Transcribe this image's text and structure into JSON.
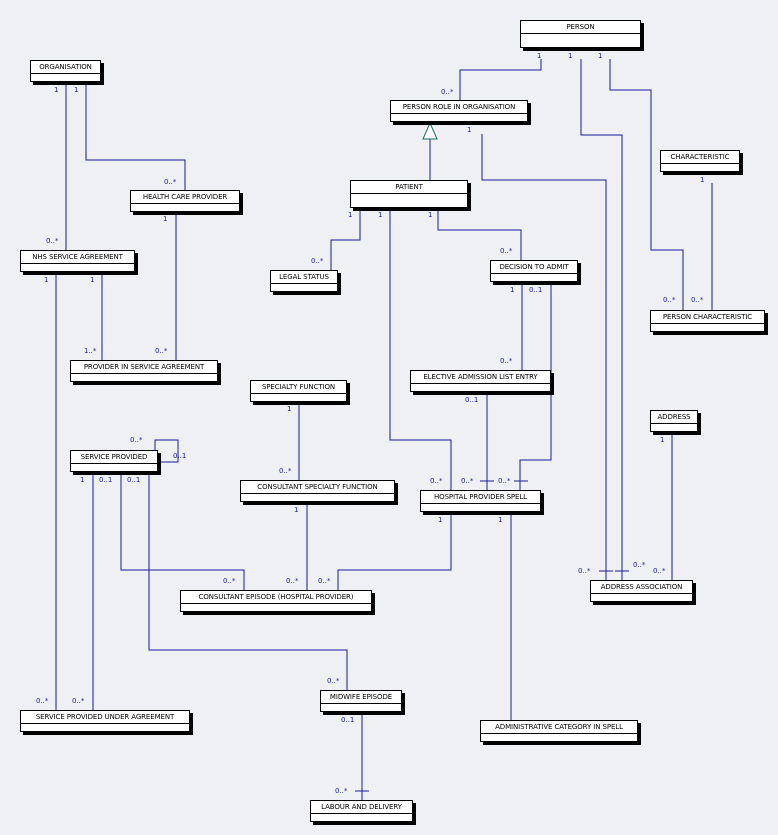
{
  "entities": {
    "person": "PERSON",
    "organisation": "ORGANISATION",
    "person_role": "PERSON ROLE IN ORGANISATION",
    "characteristic": "CHARACTERISTIC",
    "health_care_provider": "HEALTH CARE PROVIDER",
    "patient": "PATIENT",
    "nhs_service_agreement": "NHS SERVICE AGREEMENT",
    "legal_status": "LEGAL STATUS",
    "decision_to_admit": "DECISION TO ADMIT",
    "person_characteristic": "PERSON CHARACTERISTIC",
    "provider_in_service_agreement": "PROVIDER IN SERVICE AGREEMENT",
    "elective_admission": "ELECTIVE ADMISSION LIST ENTRY",
    "specialty_function": "SPECIALTY FUNCTION",
    "address": "ADDRESS",
    "service_provided": "SERVICE PROVIDED",
    "consultant_specialty_function": "CONSULTANT SPECIALTY FUNCTION",
    "hospital_provider_spell": "HOSPITAL PROVIDER SPELL",
    "consultant_episode": "CONSULTANT EPISODE (HOSPITAL PROVIDER)",
    "address_association": "ADDRESS ASSOCIATION",
    "midwife_episode": "MIDWIFE EPISODE",
    "service_provided_under_agreement": "SERVICE PROVIDED UNDER AGREEMENT",
    "administrative_category": "ADMINISTRATIVE CATEGORY IN SPELL",
    "labour_and_delivery": "LABOUR AND DELIVERY"
  },
  "multiplicities": {
    "one": "1",
    "many": "0..*",
    "zero_one": "0..1",
    "one_many": "1..*"
  },
  "colors": {
    "line": "#1a1a9a",
    "background": "#eef0f4",
    "box": "#ffffff"
  }
}
